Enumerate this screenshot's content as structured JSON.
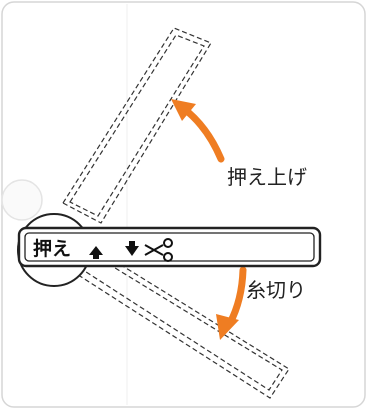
{
  "labels": {
    "presser_up": "押え上げ",
    "thread_cutter": "糸切り"
  },
  "lever": {
    "label": "押え",
    "up_icon": "arrow-up-icon",
    "down_icon": "arrow-down-icon",
    "cut_icon": "scissors-icon"
  },
  "colors": {
    "arrow": "#ef7d22",
    "outline": "#222222",
    "dashed": "#333333",
    "knob": "#fafafa"
  }
}
